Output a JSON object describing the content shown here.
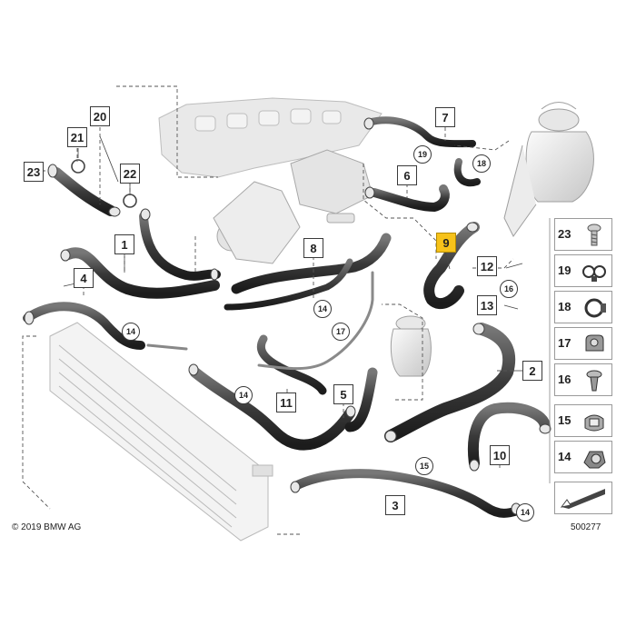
{
  "callouts": [
    "20",
    "21",
    "22",
    "23",
    "1",
    "4",
    "7",
    "19",
    "18",
    "6",
    "9",
    "12",
    "13",
    "16",
    "8",
    "14",
    "17",
    "11",
    "5",
    "2",
    "10",
    "3",
    "15"
  ],
  "highlight_color": "#f6c21a",
  "legend": [
    {
      "number": "23",
      "icon": "bolt-icon"
    },
    {
      "number": "19",
      "icon": "double-clip-icon"
    },
    {
      "number": "18",
      "icon": "hose-clamp-icon"
    },
    {
      "number": "17",
      "icon": "holder-clip-icon"
    },
    {
      "number": "16",
      "icon": "push-rivet-icon"
    },
    {
      "number": "15",
      "icon": "spring-clamp-icon"
    },
    {
      "number": "14",
      "icon": "hose-bracket-icon"
    }
  ],
  "copyright": "© 2019 BMW AG",
  "diagram_id": "500277"
}
